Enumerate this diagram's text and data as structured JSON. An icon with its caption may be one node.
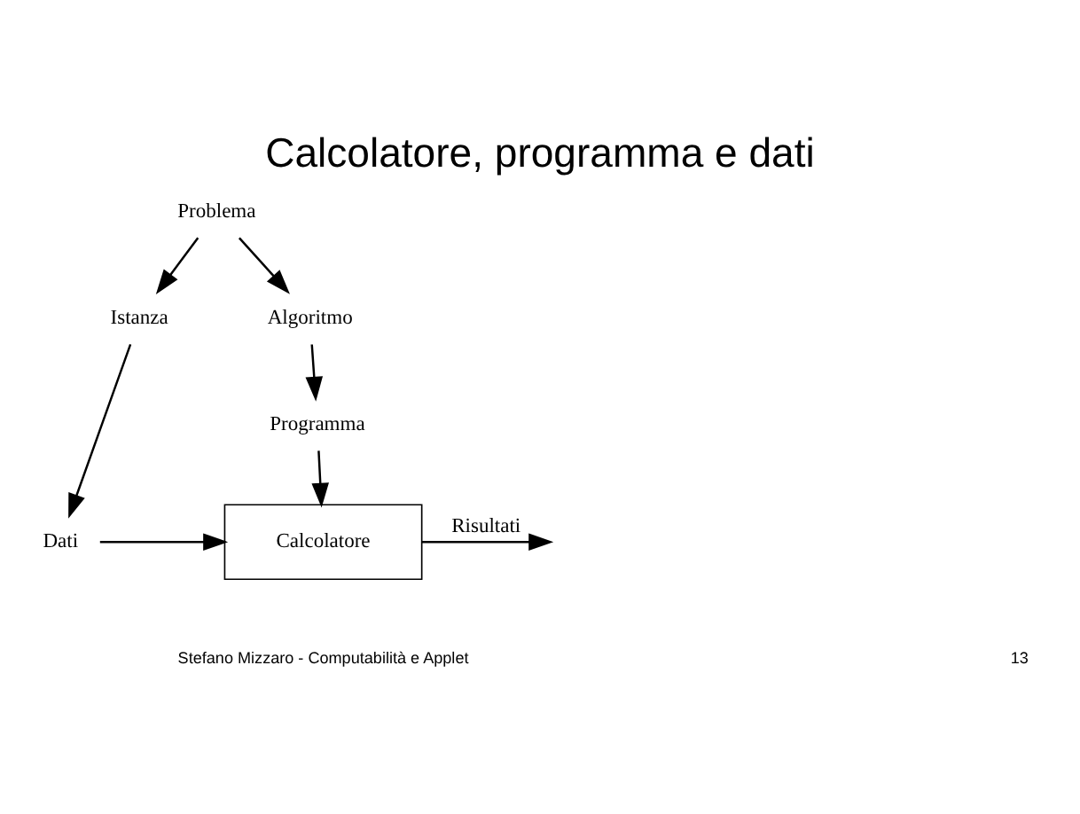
{
  "diagram": {
    "title": "Calcolatore, programma e dati",
    "nodes": [
      {
        "text": [
          "Problema"
        ]
      },
      {
        "text": [
          "Istanza"
        ]
      },
      {
        "text": [
          "Algoritmo"
        ]
      },
      {
        "text": [
          "Programma"
        ]
      },
      {
        "text": [
          "Dati"
        ]
      },
      {
        "text": [
          "Calcolatore"
        ]
      }
    ],
    "edges": [
      {
        "from": 0,
        "to": 1,
        "arrow": "to"
      },
      {
        "from": 0,
        "to": 2,
        "arrow": "to"
      },
      {
        "from": 2,
        "to": 3,
        "arrow": "to"
      },
      {
        "from": 3,
        "to": 5,
        "arrow": "to"
      },
      {
        "from": 1,
        "to": 4,
        "arrow": "to"
      },
      {
        "from": 4,
        "to": 5,
        "arrow": "to"
      },
      {
        "from": 5,
        "to": null,
        "arrow": "to",
        "label": "Risultati"
      }
    ],
    "labels": [
      "Stefano Mizzaro - Computabilità e Applet",
      "13"
    ]
  }
}
